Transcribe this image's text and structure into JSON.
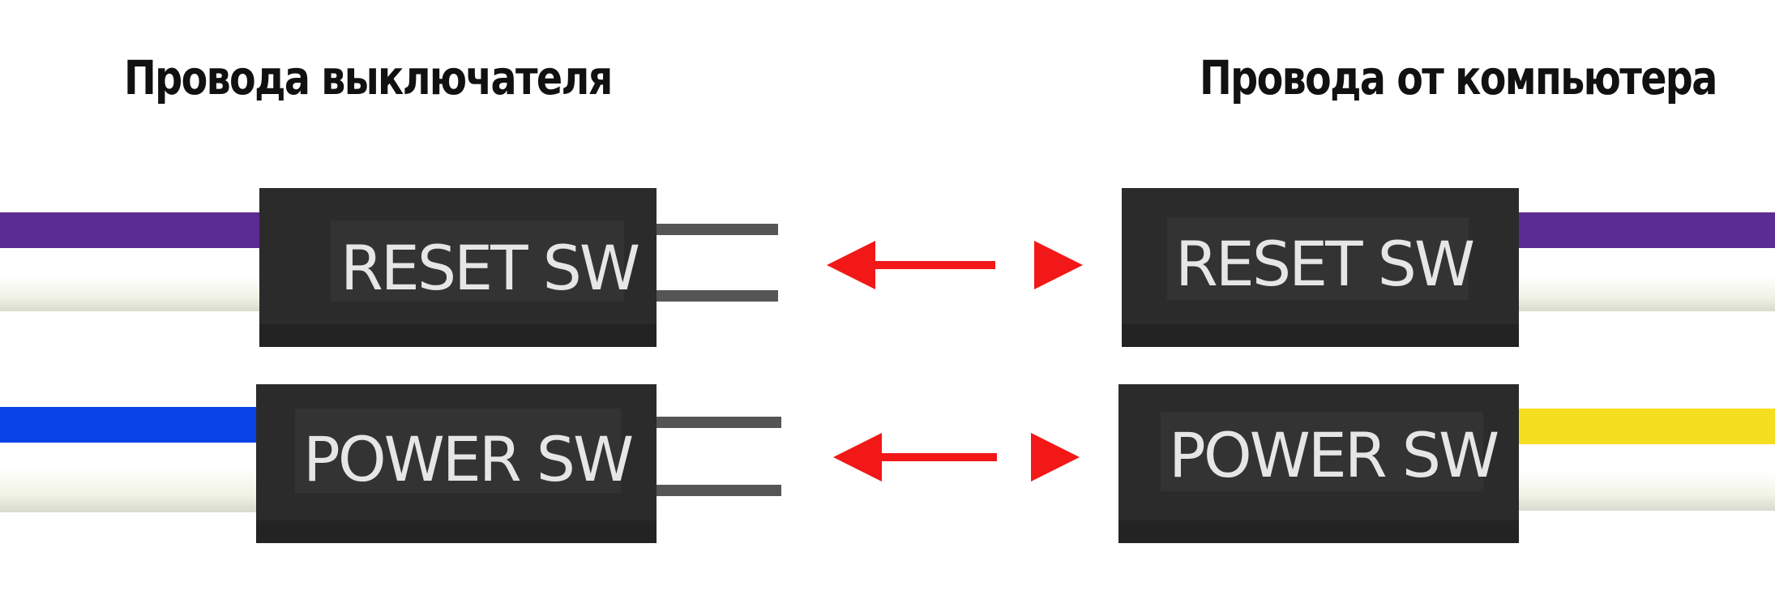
{
  "headings": {
    "left": "Провода выключателя",
    "right": "Провода от компьютера"
  },
  "connectors": {
    "left_reset_label": "RESET SW",
    "left_power_label": "POWER SW",
    "right_reset_label": "RESET SW",
    "right_power_label": "POWER SW"
  },
  "colors": {
    "purple_wire": "#5b2c91",
    "white_wire": "#f4f5ea",
    "blue_wire": "#0a44e6",
    "yellow_wire": "#f5dd1f",
    "connector_body": "#2b2b2b",
    "connector_label_bg": "#333333",
    "label_text": "#e6e6e6",
    "pin": "#555555",
    "arrow": "#f21818",
    "heading_text": "#111111"
  }
}
